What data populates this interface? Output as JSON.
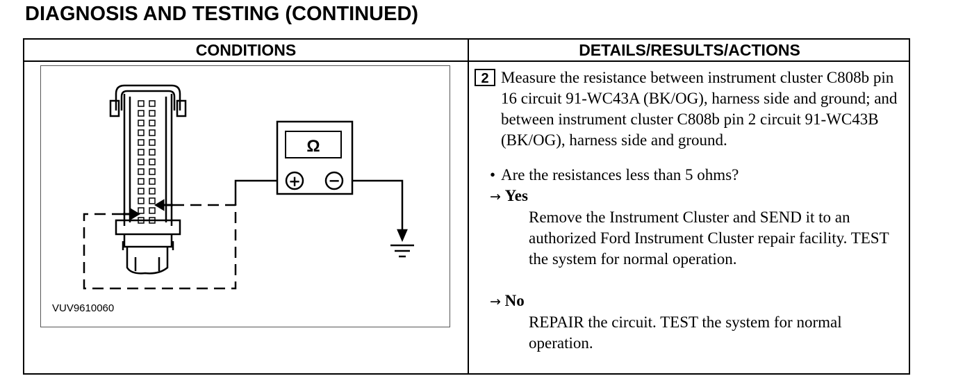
{
  "page": {
    "title": "DIAGNOSIS AND TESTING (CONTINUED)"
  },
  "table": {
    "conditions_header": "CONDITIONS",
    "details_header": "DETAILS/RESULTS/ACTIONS"
  },
  "figure": {
    "label": "VUV9610060",
    "meter_symbol": "Ω",
    "positive_symbol": "+",
    "negative_symbol": "−",
    "icons": [
      "ohmmeter-icon",
      "connector-icon",
      "ground-symbol-icon"
    ]
  },
  "step": {
    "number": "2",
    "text": "Measure the resistance between instrument cluster C808b pin 16 circuit 91-WC43A (BK/OG), harness side and ground; and between instrument cluster C808b pin 2 circuit 91-WC43B (BK/OG), harness side and ground.",
    "question": "Are the resistances less than 5 ohms?",
    "bullet": "•",
    "arrow": "→",
    "yes_label": "Yes",
    "yes_text": "Remove the Instrument Cluster and SEND it to an authorized Ford Instrument Cluster repair facility. TEST the system for normal operation.",
    "no_label": "No",
    "no_text": "REPAIR the circuit. TEST the system for normal operation."
  }
}
